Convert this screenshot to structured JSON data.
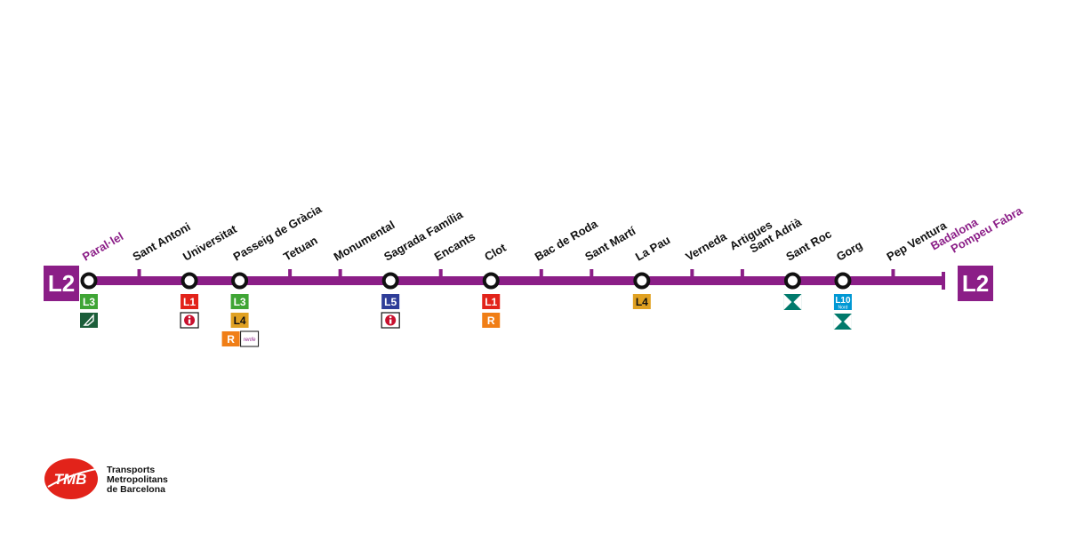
{
  "line": {
    "code": "L2",
    "color": "#8B1E87"
  },
  "stations": [
    {
      "name": "Paral·lel",
      "terminus": true,
      "interchange": true,
      "conn": [
        {
          "t": "badge",
          "label": "L3",
          "bg": "#3FA535",
          "fg": "#ffffff"
        },
        {
          "t": "funicular",
          "bg": "#1C5E3A"
        }
      ]
    },
    {
      "name": "Sant Antoni",
      "conn": []
    },
    {
      "name": "Universitat",
      "interchange": true,
      "conn": [
        {
          "t": "badge",
          "label": "L1",
          "bg": "#E2231A",
          "fg": "#ffffff"
        },
        {
          "t": "info"
        }
      ]
    },
    {
      "name": "Passeig de Gràcia",
      "interchange": true,
      "conn": [
        {
          "t": "badge",
          "label": "L3",
          "bg": "#3FA535",
          "fg": "#ffffff"
        },
        {
          "t": "badge",
          "label": "L4",
          "bg": "#E0A122",
          "fg": "#111111"
        },
        {
          "t": "rodalies",
          "label": "R",
          "bg": "#F07E16",
          "fg": "#ffffff",
          "extra": "renfe"
        }
      ]
    },
    {
      "name": "Tetuan",
      "conn": []
    },
    {
      "name": "Monumental",
      "conn": []
    },
    {
      "name": "Sagrada Família",
      "interchange": true,
      "conn": [
        {
          "t": "badge",
          "label": "L5",
          "bg": "#2E3D98",
          "fg": "#ffffff"
        },
        {
          "t": "info"
        }
      ]
    },
    {
      "name": "Encants",
      "conn": []
    },
    {
      "name": "Clot",
      "interchange": true,
      "conn": [
        {
          "t": "badge",
          "label": "L1",
          "bg": "#E2231A",
          "fg": "#ffffff"
        },
        {
          "t": "badge",
          "label": "R",
          "bg": "#F07E16",
          "fg": "#ffffff"
        }
      ]
    },
    {
      "name": "Bac de Roda",
      "conn": []
    },
    {
      "name": "Sant Martí",
      "conn": []
    },
    {
      "name": "La Pau",
      "interchange": true,
      "conn": [
        {
          "t": "badge",
          "label": "L4",
          "bg": "#E0A122",
          "fg": "#111111"
        }
      ]
    },
    {
      "name": "Verneda",
      "conn": []
    },
    {
      "name": "Artigues\nSant Adrià",
      "conn": []
    },
    {
      "name": "Sant Roc",
      "interchange": true,
      "conn": [
        {
          "t": "tram",
          "bg": "#007A6C"
        }
      ]
    },
    {
      "name": "Gorg",
      "interchange": true,
      "conn": [
        {
          "t": "l10",
          "label": "L10",
          "sub": "Nord",
          "bg": "#0098D4",
          "fg": "#ffffff"
        },
        {
          "t": "tram",
          "bg": "#007A6C"
        }
      ]
    },
    {
      "name": "Pep Ventura",
      "conn": []
    },
    {
      "name": "Badalona\nPompeu Fabra",
      "terminus": true,
      "conn": []
    }
  ],
  "operator": {
    "name": "TMB",
    "full_name": [
      "Transports",
      "Metropolitans",
      "de Barcelona"
    ],
    "color": "#E2231A"
  }
}
